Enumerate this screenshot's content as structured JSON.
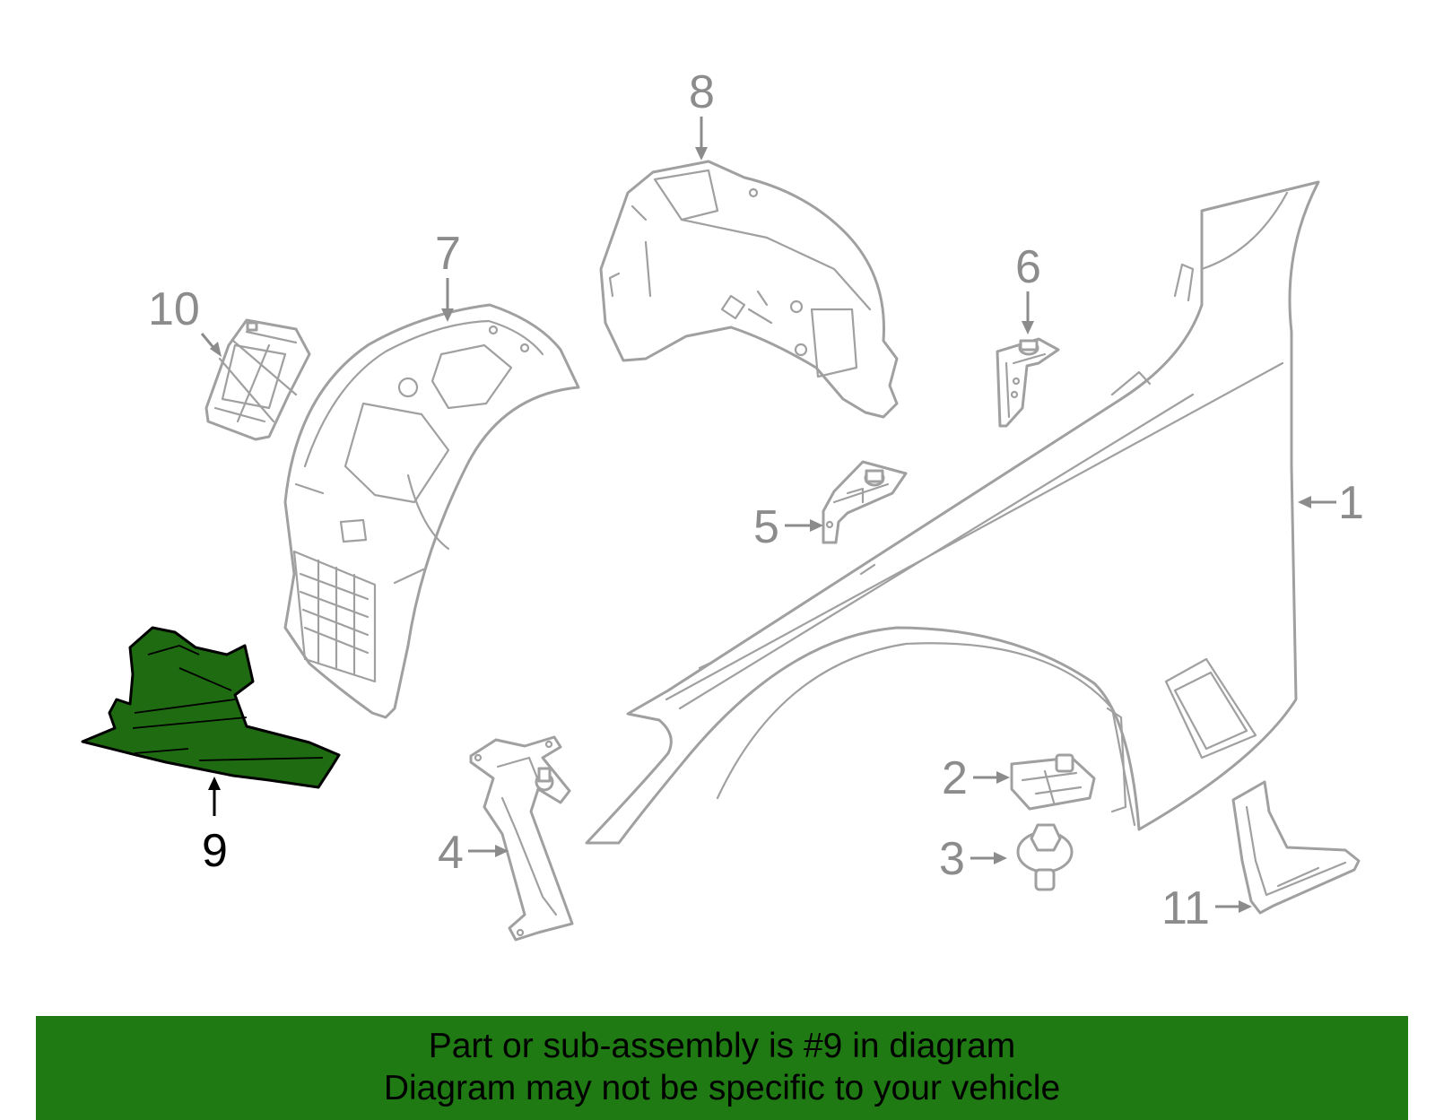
{
  "diagram": {
    "highlighted_part": "9",
    "highlight_color": "#1f6b12",
    "callouts": [
      "1",
      "2",
      "3",
      "4",
      "5",
      "6",
      "7",
      "8",
      "9",
      "10",
      "11"
    ]
  },
  "banner": {
    "color": "#1f7a13",
    "line1": "Part or sub-assembly is #9 in diagram",
    "line2": "Diagram may not be specific to your vehicle"
  }
}
